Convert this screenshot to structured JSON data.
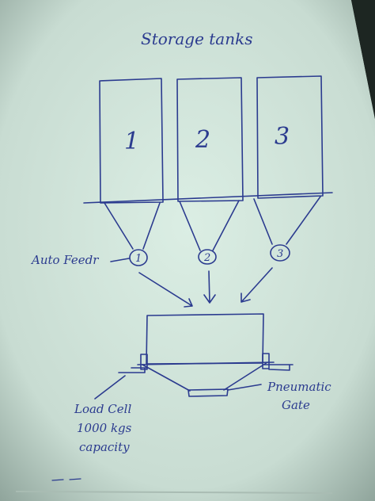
{
  "title": "Storage tanks",
  "tanks": [
    {
      "number": "1",
      "feeder": "1"
    },
    {
      "number": "2",
      "feeder": "2"
    },
    {
      "number": "3",
      "feeder": "3"
    }
  ],
  "labels": {
    "auto_feeder": "Auto Feedr",
    "load_cell_line1": "Load Cell",
    "load_cell_line2": "1000 kgs",
    "load_cell_line3": "capacity",
    "pneumatic_line1": "Pneumatic",
    "pneumatic_line2": "Gate"
  },
  "colors": {
    "ink": "#2b3b8f",
    "paper": "#d3e6dc",
    "background": "#1d2622"
  }
}
